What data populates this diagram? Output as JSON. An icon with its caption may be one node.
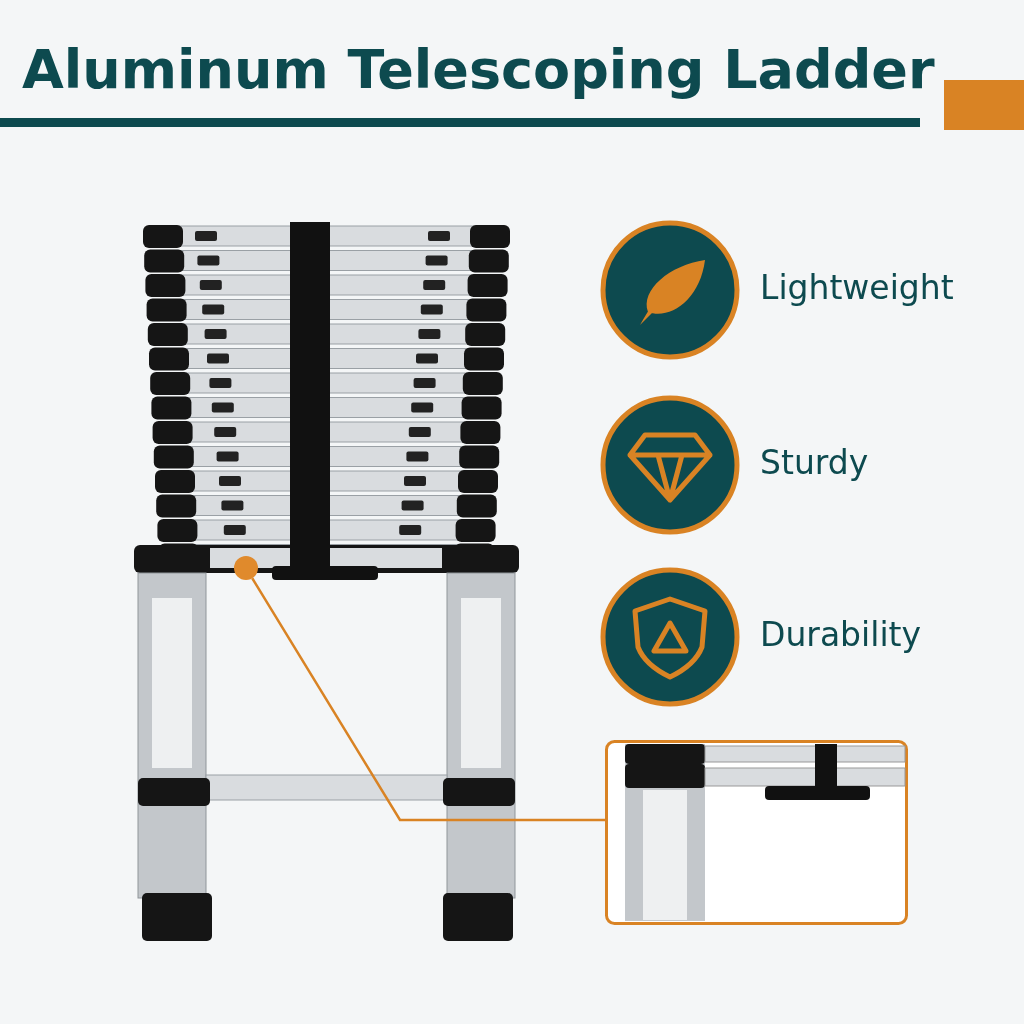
{
  "diagram": {
    "title": "Aluminum Telescoping Ladder",
    "nodes": [
      {
        "text": [],
        "shape": "circle",
        "beside": [
          "Lightweight"
        ]
      },
      {
        "text": [],
        "shape": "circle",
        "beside": [
          "Sturdy"
        ]
      },
      {
        "text": [],
        "shape": "circle",
        "beside": [
          "Durability"
        ]
      },
      {
        "text": [],
        "shape": "circle"
      },
      {
        "text": [],
        "shape": "picture"
      }
    ],
    "edges": [
      {
        "from": 3,
        "to": 4,
        "arrow": "none"
      }
    ]
  }
}
